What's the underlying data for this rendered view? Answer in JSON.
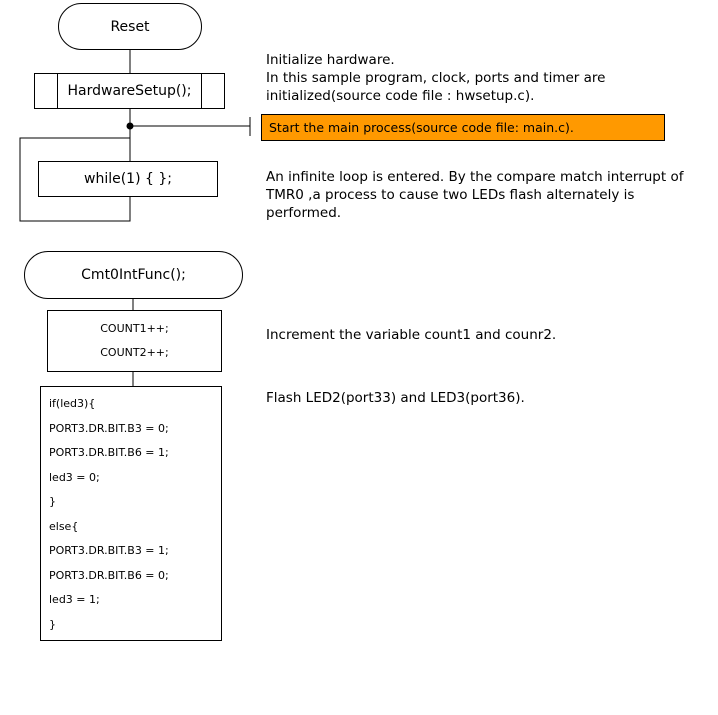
{
  "flow_main": {
    "start": "Reset",
    "setup": "HardwareSetup();",
    "loop": "while(1) { };"
  },
  "flow_isr": {
    "start": "Cmt0IntFunc();",
    "count_lines": [
      "COUNT1++;",
      "COUNT2++;"
    ],
    "code_lines": [
      "if(led3){",
      "PORT3.DR.BIT.B3 = 0;",
      "PORT3.DR.BIT.B6 = 1;",
      "led3 = 0;",
      "}",
      "else{",
      "PORT3.DR.BIT.B3 = 1;",
      "PORT3.DR.BIT.B6 = 0;",
      "led3 = 1;",
      "}"
    ]
  },
  "notes": {
    "init_1": "Initialize hardware.",
    "init_2": "In this sample program, clock, ports and timer are initialized(source code file : hwsetup.c).",
    "main_process": "Start the main process(source code file: main.c).",
    "loop": "An infinite loop is entered. By the compare match interrupt of TMR0 ,a process to cause two LEDs flash alternately is performed.",
    "increment": "Increment the variable count1 and counr2.",
    "flash": "Flash LED2(port33) and LED3(port36)."
  },
  "colors": {
    "highlight_fill": "#ff9900",
    "line": "#000000"
  }
}
